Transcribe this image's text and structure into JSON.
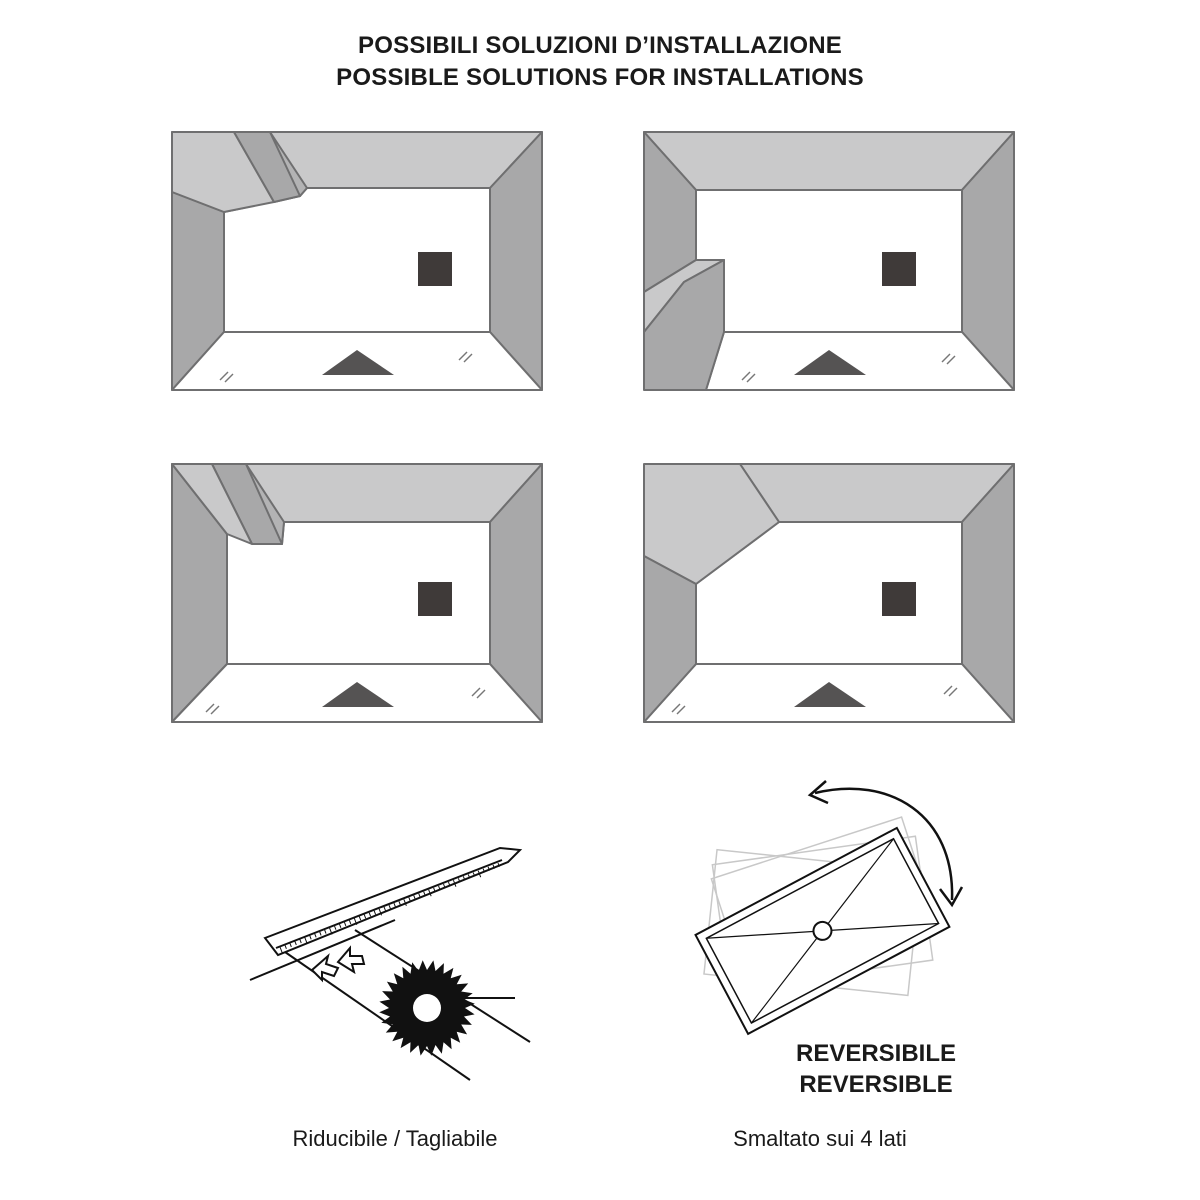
{
  "header": {
    "title_it": "POSSIBILI SOLUZIONI D’INSTALLAZIONE",
    "title_en": "POSSIBLE SOLUTIONS FOR INSTALLATIONS"
  },
  "colors": {
    "wall_dark": "#a8a8a9",
    "wall_light": "#c9c9ca",
    "outline": "#6f6f70",
    "drain": "#3f3a39",
    "triangle": "#555353",
    "line": "#111111"
  },
  "layouts": [
    {
      "name": "solution-1",
      "feature": "beam-top-left"
    },
    {
      "name": "solution-2",
      "feature": "step-left-wall"
    },
    {
      "name": "solution-3",
      "feature": "beam-top-left-corner"
    },
    {
      "name": "solution-4",
      "feature": "chamfered-corner-top-left"
    }
  ],
  "features": {
    "reducible": {
      "caption": "Riducibile / Tagliabile",
      "icon": "saw-blade-and-ruler-icon"
    },
    "reversible": {
      "label_it": "REVERSIBILE",
      "label_en": "REVERSIBLE",
      "caption": "Smaltato sui 4 lati",
      "icon": "rotating-tray-icon"
    }
  }
}
